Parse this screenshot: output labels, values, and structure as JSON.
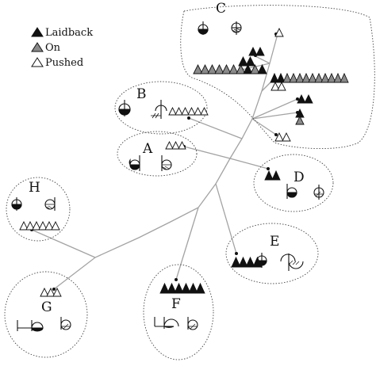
{
  "legend": [
    {
      "label": "Laidback",
      "style": "solid"
    },
    {
      "label": "On",
      "style": "gray"
    },
    {
      "label": "Pushed",
      "style": "open"
    }
  ],
  "groups": [
    {
      "id": "A",
      "label": "A"
    },
    {
      "id": "B",
      "label": "B"
    },
    {
      "id": "C",
      "label": "C"
    },
    {
      "id": "D",
      "label": "D"
    },
    {
      "id": "E",
      "label": "E"
    },
    {
      "id": "F",
      "label": "F"
    },
    {
      "id": "G",
      "label": "G"
    },
    {
      "id": "H",
      "label": "H"
    }
  ],
  "colors": {
    "solid": "#111111",
    "gray": "#8a8a8a",
    "open": "#ffffff",
    "line": "#9a9a9a",
    "stroke": "#111111"
  }
}
